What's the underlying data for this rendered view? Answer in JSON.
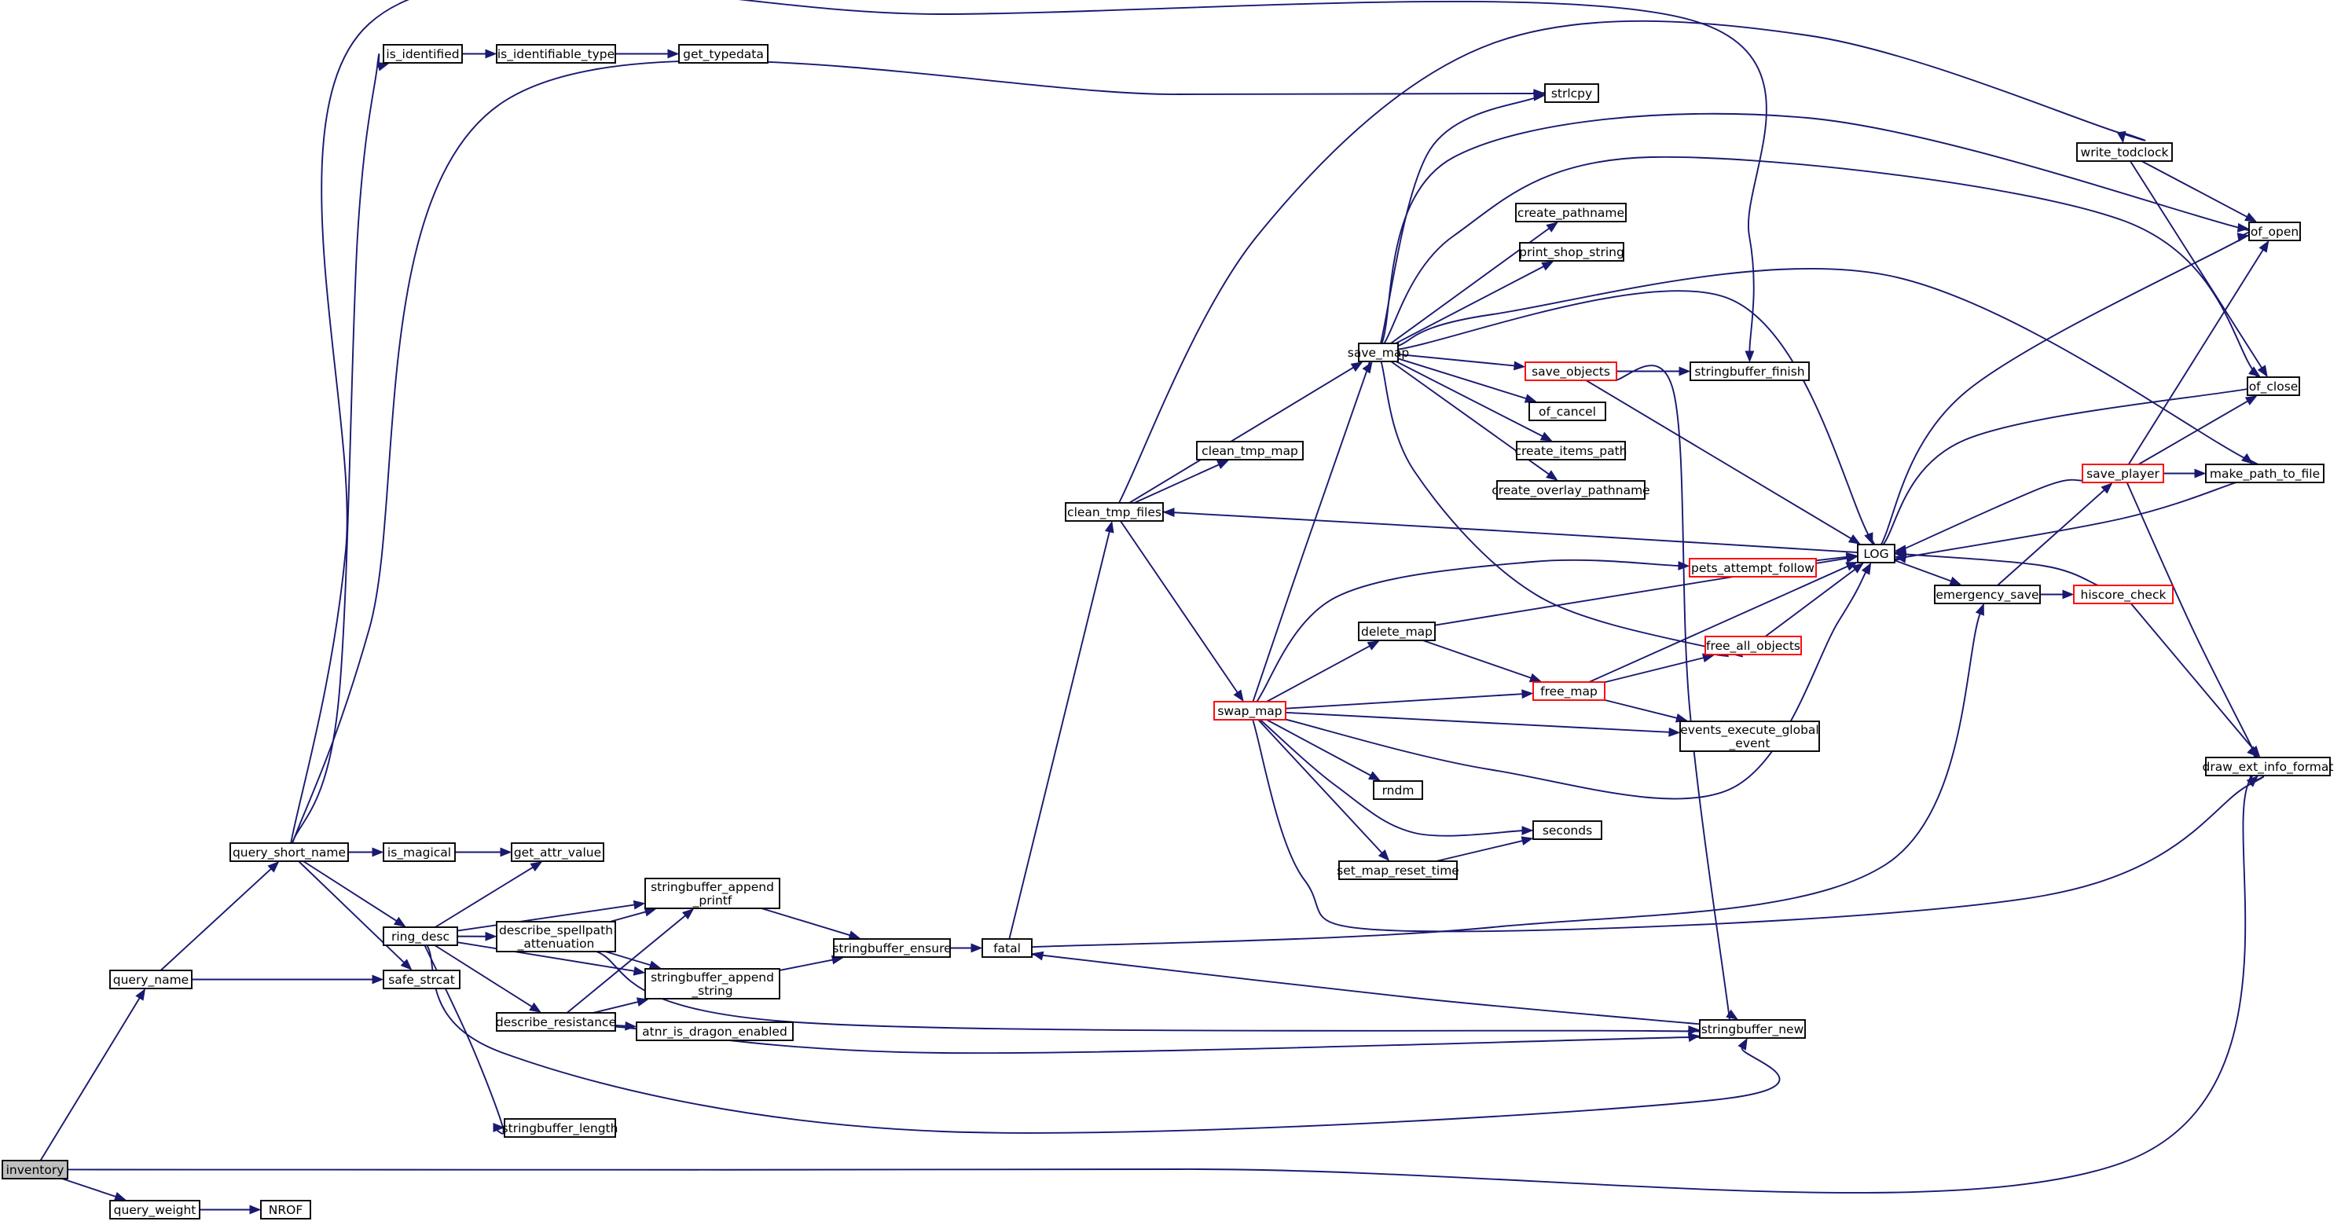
{
  "graph": {
    "nodes": [
      {
        "id": "inventory",
        "label": [
          "inventory"
        ],
        "root": true
      },
      {
        "id": "query_name",
        "label": [
          "query_name"
        ]
      },
      {
        "id": "query_weight",
        "label": [
          "query_weight"
        ]
      },
      {
        "id": "NROF",
        "label": [
          "NROF"
        ]
      },
      {
        "id": "query_short_name",
        "label": [
          "query_short_name"
        ]
      },
      {
        "id": "is_identified",
        "label": [
          "is_identified"
        ]
      },
      {
        "id": "is_identifiable_type",
        "label": [
          "is_identifiable_type"
        ]
      },
      {
        "id": "get_typedata",
        "label": [
          "get_typedata"
        ]
      },
      {
        "id": "is_magical",
        "label": [
          "is_magical"
        ]
      },
      {
        "id": "get_attr_value",
        "label": [
          "get_attr_value"
        ]
      },
      {
        "id": "ring_desc",
        "label": [
          "ring_desc"
        ]
      },
      {
        "id": "safe_strcat",
        "label": [
          "safe_strcat"
        ]
      },
      {
        "id": "describe_spellpath_attenuation",
        "label": [
          "describe_spellpath",
          "_attenuation"
        ]
      },
      {
        "id": "describe_resistance",
        "label": [
          "describe_resistance"
        ]
      },
      {
        "id": "stringbuffer_length",
        "label": [
          "stringbuffer_length"
        ]
      },
      {
        "id": "stringbuffer_append_printf",
        "label": [
          "stringbuffer_append",
          "_printf"
        ]
      },
      {
        "id": "stringbuffer_append_string",
        "label": [
          "stringbuffer_append",
          "_string"
        ]
      },
      {
        "id": "atnr_is_dragon_enabled",
        "label": [
          "atnr_is_dragon_enabled"
        ]
      },
      {
        "id": "stringbuffer_ensure",
        "label": [
          "stringbuffer_ensure"
        ]
      },
      {
        "id": "fatal",
        "label": [
          "fatal"
        ]
      },
      {
        "id": "clean_tmp_files",
        "label": [
          "clean_tmp_files"
        ]
      },
      {
        "id": "clean_tmp_map",
        "label": [
          "clean_tmp_map"
        ]
      },
      {
        "id": "swap_map",
        "label": [
          "swap_map"
        ],
        "red": true
      },
      {
        "id": "save_map",
        "label": [
          "save_map"
        ]
      },
      {
        "id": "delete_map",
        "label": [
          "delete_map"
        ]
      },
      {
        "id": "free_map",
        "label": [
          "free_map"
        ],
        "red": true
      },
      {
        "id": "rndm",
        "label": [
          "rndm"
        ]
      },
      {
        "id": "set_map_reset_time",
        "label": [
          "set_map_reset_time"
        ]
      },
      {
        "id": "seconds",
        "label": [
          "seconds"
        ]
      },
      {
        "id": "strlcpy",
        "label": [
          "strlcpy"
        ]
      },
      {
        "id": "create_pathname",
        "label": [
          "create_pathname"
        ]
      },
      {
        "id": "print_shop_string",
        "label": [
          "print_shop_string"
        ]
      },
      {
        "id": "save_objects",
        "label": [
          "save_objects"
        ],
        "red": true
      },
      {
        "id": "of_cancel",
        "label": [
          "of_cancel"
        ]
      },
      {
        "id": "create_items_path",
        "label": [
          "create_items_path"
        ]
      },
      {
        "id": "create_overlay_pathname",
        "label": [
          "create_overlay_pathname"
        ]
      },
      {
        "id": "stringbuffer_finish",
        "label": [
          "stringbuffer_finish"
        ]
      },
      {
        "id": "pets_attempt_follow",
        "label": [
          "pets_attempt_follow"
        ],
        "red": true
      },
      {
        "id": "free_all_objects",
        "label": [
          "free_all_objects"
        ],
        "red": true
      },
      {
        "id": "events_execute_global_event",
        "label": [
          "events_execute_global",
          "_event"
        ]
      },
      {
        "id": "stringbuffer_new",
        "label": [
          "stringbuffer_new"
        ]
      },
      {
        "id": "LOG",
        "label": [
          "LOG"
        ]
      },
      {
        "id": "emergency_save",
        "label": [
          "emergency_save"
        ]
      },
      {
        "id": "write_todclock",
        "label": [
          "write_todclock"
        ]
      },
      {
        "id": "of_open",
        "label": [
          "of_open"
        ]
      },
      {
        "id": "of_close",
        "label": [
          "of_close"
        ]
      },
      {
        "id": "save_player",
        "label": [
          "save_player"
        ],
        "red": true
      },
      {
        "id": "make_path_to_file",
        "label": [
          "make_path_to_file"
        ]
      },
      {
        "id": "hiscore_check",
        "label": [
          "hiscore_check"
        ],
        "red": true
      },
      {
        "id": "draw_ext_info_format",
        "label": [
          "draw_ext_info_format"
        ]
      }
    ],
    "edges": [
      [
        "inventory",
        "query_name"
      ],
      [
        "inventory",
        "query_weight"
      ],
      [
        "inventory",
        "draw_ext_info_format"
      ],
      [
        "query_weight",
        "NROF"
      ],
      [
        "query_name",
        "query_short_name"
      ],
      [
        "query_name",
        "safe_strcat"
      ],
      [
        "query_short_name",
        "is_identified"
      ],
      [
        "query_short_name",
        "strlcpy"
      ],
      [
        "query_short_name",
        "stringbuffer_finish"
      ],
      [
        "query_short_name",
        "is_magical"
      ],
      [
        "query_short_name",
        "ring_desc"
      ],
      [
        "query_short_name",
        "safe_strcat"
      ],
      [
        "is_identified",
        "is_identifiable_type"
      ],
      [
        "is_identifiable_type",
        "get_typedata"
      ],
      [
        "is_magical",
        "get_attr_value"
      ],
      [
        "ring_desc",
        "get_attr_value"
      ],
      [
        "ring_desc",
        "stringbuffer_append_printf"
      ],
      [
        "ring_desc",
        "describe_spellpath_attenuation"
      ],
      [
        "ring_desc",
        "stringbuffer_append_string"
      ],
      [
        "ring_desc",
        "describe_resistance"
      ],
      [
        "ring_desc",
        "stringbuffer_length"
      ],
      [
        "ring_desc",
        "stringbuffer_new"
      ],
      [
        "describe_spellpath_attenuation",
        "stringbuffer_append_printf"
      ],
      [
        "describe_spellpath_attenuation",
        "stringbuffer_append_string"
      ],
      [
        "describe_spellpath_attenuation",
        "stringbuffer_new"
      ],
      [
        "describe_resistance",
        "stringbuffer_append_printf"
      ],
      [
        "describe_resistance",
        "stringbuffer_append_string"
      ],
      [
        "describe_resistance",
        "atnr_is_dragon_enabled"
      ],
      [
        "describe_resistance",
        "stringbuffer_new"
      ],
      [
        "stringbuffer_append_printf",
        "stringbuffer_ensure"
      ],
      [
        "stringbuffer_append_string",
        "stringbuffer_ensure"
      ],
      [
        "stringbuffer_ensure",
        "fatal"
      ],
      [
        "fatal",
        "clean_tmp_files"
      ],
      [
        "fatal",
        "emergency_save"
      ],
      [
        "clean_tmp_files",
        "clean_tmp_map"
      ],
      [
        "clean_tmp_files",
        "save_map"
      ],
      [
        "clean_tmp_files",
        "swap_map"
      ],
      [
        "clean_tmp_files",
        "write_todclock"
      ],
      [
        "swap_map",
        "save_map"
      ],
      [
        "swap_map",
        "pets_attempt_follow"
      ],
      [
        "swap_map",
        "delete_map"
      ],
      [
        "swap_map",
        "free_map"
      ],
      [
        "swap_map",
        "events_execute_global_event"
      ],
      [
        "swap_map",
        "LOG"
      ],
      [
        "swap_map",
        "rndm"
      ],
      [
        "swap_map",
        "seconds"
      ],
      [
        "swap_map",
        "set_map_reset_time"
      ],
      [
        "swap_map",
        "draw_ext_info_format"
      ],
      [
        "delete_map",
        "free_map"
      ],
      [
        "delete_map",
        "LOG"
      ],
      [
        "free_map",
        "free_all_objects"
      ],
      [
        "free_map",
        "events_execute_global_event"
      ],
      [
        "free_map",
        "LOG"
      ],
      [
        "set_map_reset_time",
        "seconds"
      ],
      [
        "save_map",
        "strlcpy"
      ],
      [
        "save_map",
        "create_pathname"
      ],
      [
        "save_map",
        "print_shop_string"
      ],
      [
        "save_map",
        "save_objects"
      ],
      [
        "save_map",
        "of_cancel"
      ],
      [
        "save_map",
        "create_items_path"
      ],
      [
        "save_map",
        "create_overlay_pathname"
      ],
      [
        "save_map",
        "of_open"
      ],
      [
        "save_map",
        "of_close"
      ],
      [
        "save_map",
        "make_path_to_file"
      ],
      [
        "save_map",
        "LOG"
      ],
      [
        "save_map",
        "free_all_objects"
      ],
      [
        "save_objects",
        "stringbuffer_finish"
      ],
      [
        "save_objects",
        "LOG"
      ],
      [
        "save_objects",
        "stringbuffer_new"
      ],
      [
        "pets_attempt_follow",
        "LOG"
      ],
      [
        "free_all_objects",
        "LOG"
      ],
      [
        "stringbuffer_new",
        "fatal"
      ],
      [
        "LOG",
        "clean_tmp_files"
      ],
      [
        "LOG",
        "emergency_save"
      ],
      [
        "LOG",
        "of_open"
      ],
      [
        "LOG",
        "of_close"
      ],
      [
        "emergency_save",
        "save_player"
      ],
      [
        "emergency_save",
        "hiscore_check"
      ],
      [
        "save_player",
        "of_open"
      ],
      [
        "save_player",
        "of_close"
      ],
      [
        "save_player",
        "make_path_to_file"
      ],
      [
        "save_player",
        "LOG"
      ],
      [
        "save_player",
        "draw_ext_info_format"
      ],
      [
        "hiscore_check",
        "LOG"
      ],
      [
        "hiscore_check",
        "draw_ext_info_format"
      ],
      [
        "make_path_to_file",
        "LOG"
      ],
      [
        "write_todclock",
        "of_open"
      ],
      [
        "write_todclock",
        "of_close"
      ]
    ]
  }
}
